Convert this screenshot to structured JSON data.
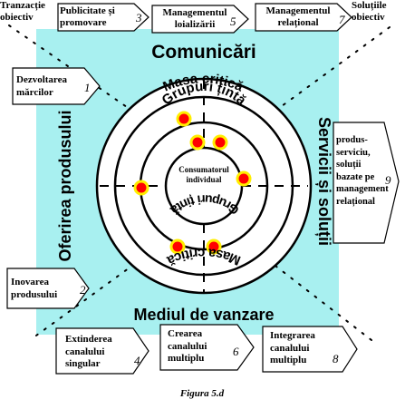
{
  "corner_labels": {
    "top_left": "Tranzacție obiectiv",
    "top_right": "Soluțiile obiectiv"
  },
  "top_boxes": [
    {
      "text": "Publicitate și promovare",
      "number": "3"
    },
    {
      "text": "Managementul loializării",
      "number": "5"
    },
    {
      "text": "Managementul relațional",
      "number": "7"
    }
  ],
  "left_boxes": [
    {
      "text": "Dezvoltarea mărcilor",
      "number": "1"
    },
    {
      "text": "Inovarea produsului",
      "number": "2"
    }
  ],
  "right_box": {
    "text": "produs-serviciu, soluții bazate pe management relațional",
    "number": "9"
  },
  "bottom_boxes": [
    {
      "text": "Extinderea canalului singular",
      "number": "4"
    },
    {
      "text": "Crearea canalului multiplu",
      "number": "6"
    },
    {
      "text": "Integrarea canalului multiplu",
      "number": "8"
    }
  ],
  "quadrant_labels": {
    "top": "Comunicări",
    "left": "Oferirea produsului",
    "right": "Servicii și soluții",
    "bottom": "Mediul de vanzare"
  },
  "ring_labels": {
    "outer_top": "Masa critică",
    "outer_bottom": "Masa critică",
    "middle_top": "Grupuri țintă",
    "middle_bottom": "Grupuri țintă",
    "center": "Consumatorul individual"
  },
  "caption": "Figura 5.d",
  "colors": {
    "background_panel": "#a8f0f0",
    "dot_fill": "#ff0000",
    "dot_ring": "#ffee00"
  }
}
